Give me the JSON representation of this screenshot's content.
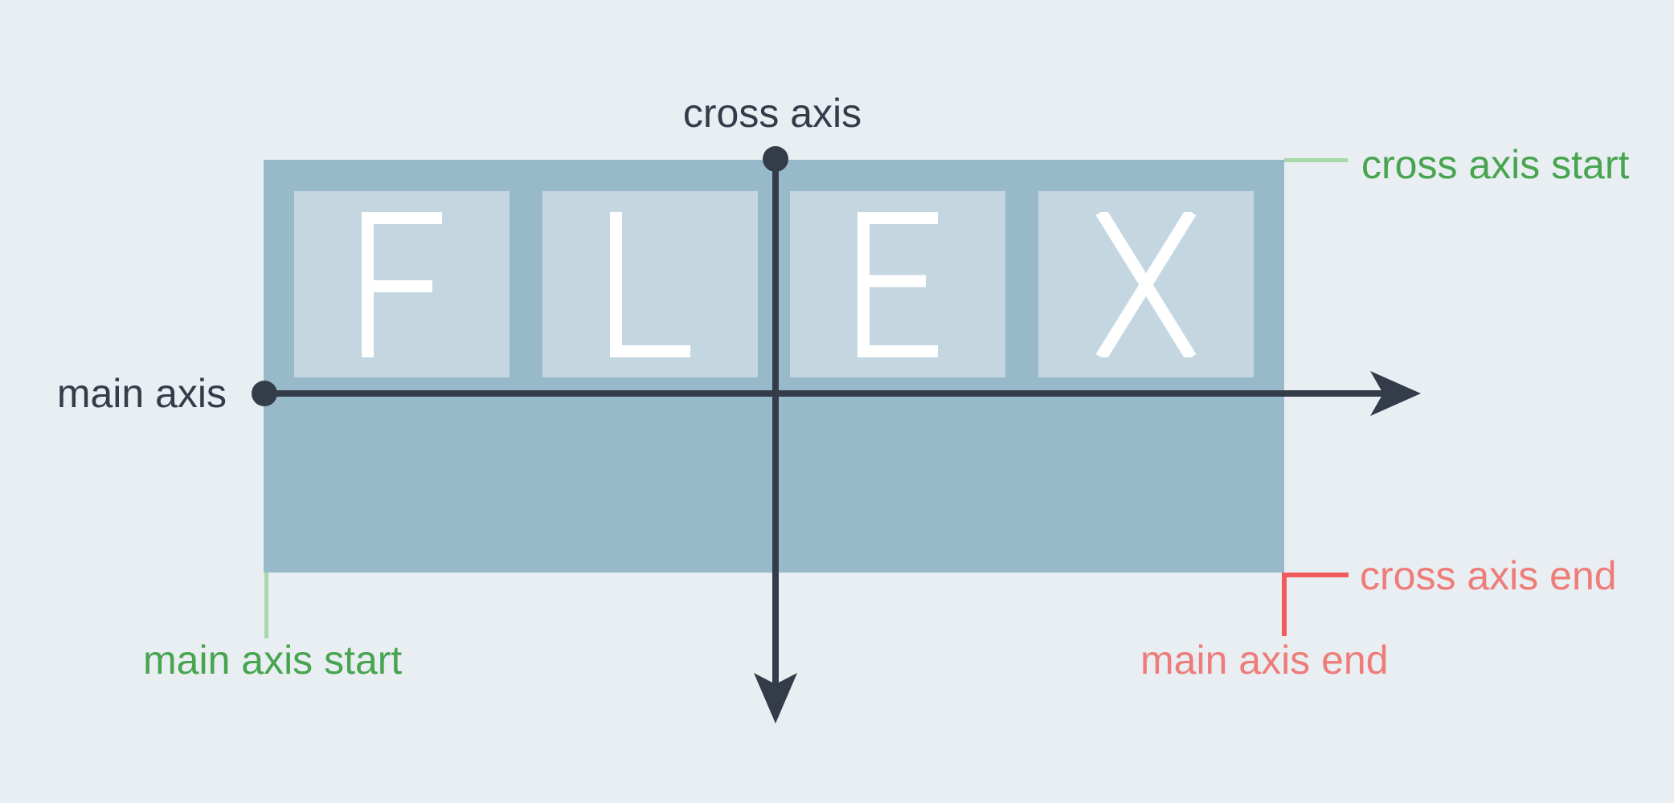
{
  "diagram": {
    "labels": {
      "cross_axis": "cross axis",
      "cross_axis_start": "cross axis start",
      "cross_axis_end": "cross axis end",
      "main_axis": "main axis",
      "main_axis_start": "main axis start",
      "main_axis_end": "main axis end"
    },
    "flex_items": [
      "F",
      "L",
      "E",
      "X"
    ],
    "colors": {
      "background": "#e9eef2",
      "container": "#98b9c9",
      "item": "#c4d6e0",
      "letter": "#ffffff",
      "axis": "#343c4a",
      "green": "#47a44f",
      "green_light": "#a6d8a8",
      "salmon": "#ee7c79",
      "salmon_line": "#f15b5e"
    }
  }
}
